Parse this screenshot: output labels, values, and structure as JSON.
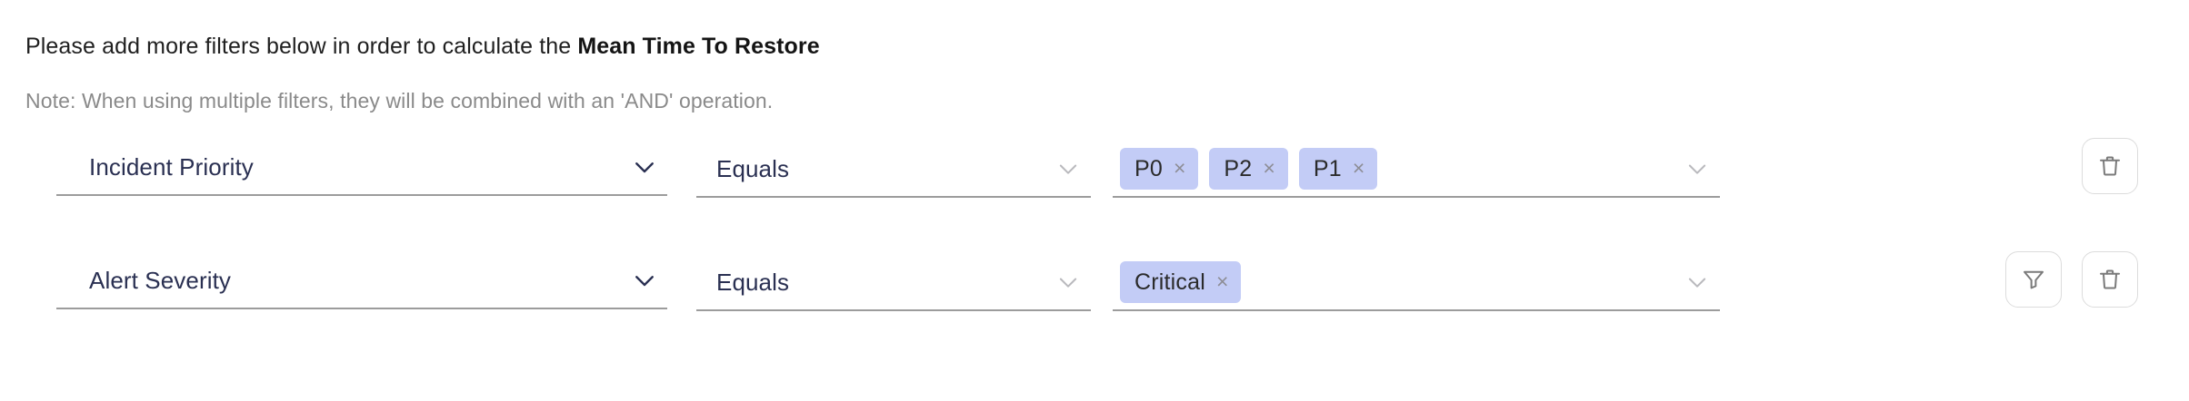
{
  "header": {
    "prompt_prefix": "Please add more filters below in order to calculate the ",
    "prompt_metric": "Mean Time To Restore",
    "note": "Note: When using multiple filters, they will be combined with an 'AND' operation."
  },
  "colors": {
    "chip_background": "#c3ccf6",
    "field_text": "#2a3052",
    "note_text": "#8a8a8a",
    "underline": "#9c9c9c",
    "icon_stroke": "#7a7a7a",
    "button_border": "#dcdcdc"
  },
  "filters": [
    {
      "field": "Incident Priority",
      "operator": "Equals",
      "values": [
        "P0",
        "P2",
        "P1"
      ],
      "remove_label": "×",
      "actions": [
        "delete"
      ]
    },
    {
      "field": "Alert Severity",
      "operator": "Equals",
      "values": [
        "Critical"
      ],
      "remove_label": "×",
      "actions": [
        "filter",
        "delete"
      ]
    }
  ],
  "icons": {
    "chevron_down": "chevron-down-icon",
    "trash": "trash-icon",
    "funnel": "funnel-icon",
    "close": "close-icon"
  }
}
